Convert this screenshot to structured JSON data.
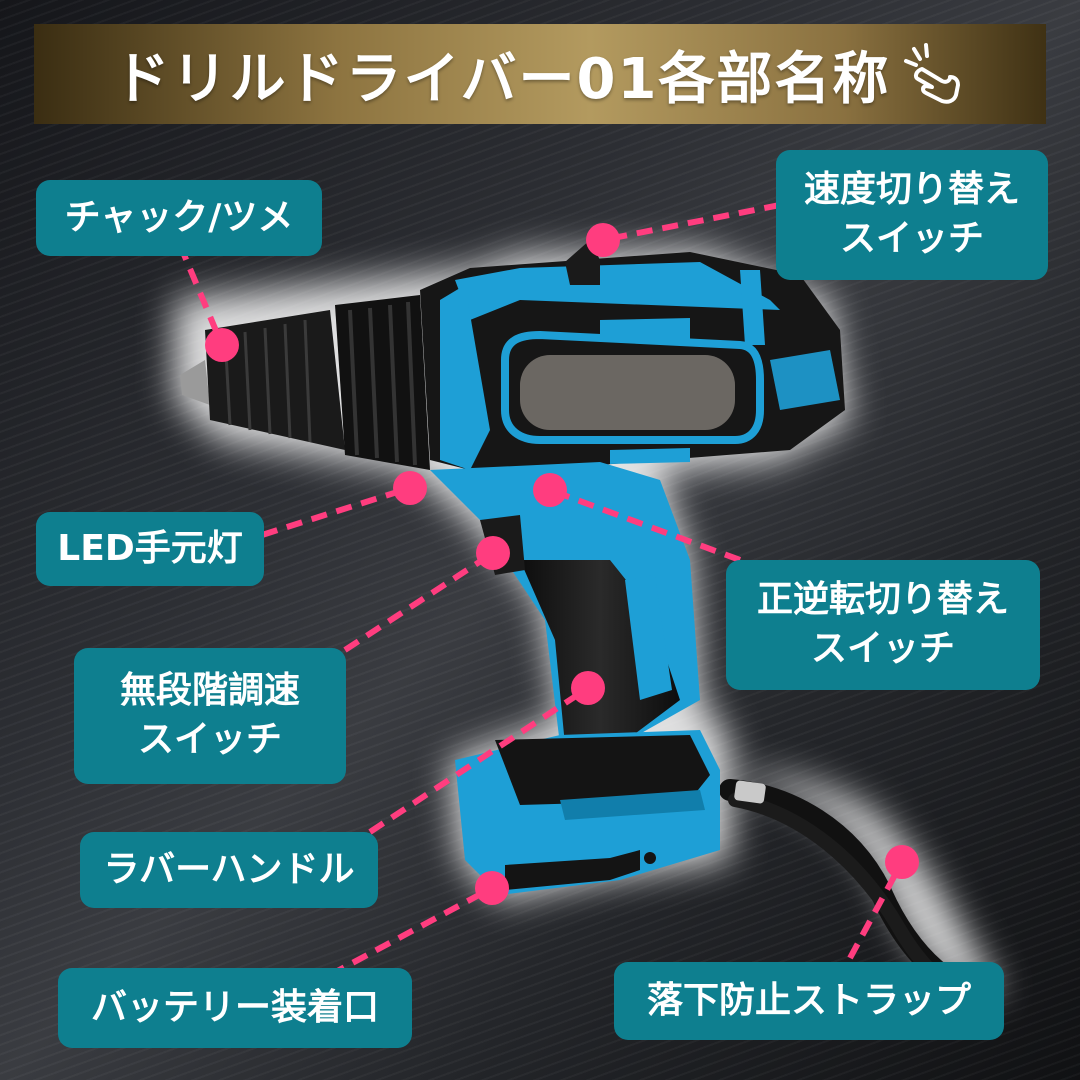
{
  "title": "ドリルドライバー01各部名称",
  "labels": {
    "chuck": "チャック/ツメ",
    "speed_switch_line1": "速度切り替え",
    "speed_switch_line2": "スイッチ",
    "led": "LED手元灯",
    "direction_switch_line1": "正逆転切り替え",
    "direction_switch_line2": "スイッチ",
    "trigger_line1": "無段階調速",
    "trigger_line2": "スイッチ",
    "rubber_handle": "ラバーハンドル",
    "battery_mount": "バッテリー装着口",
    "strap": "落下防止ストラップ"
  },
  "colors": {
    "label_bg": "#0e7f8f",
    "leader": "#ff3d7f",
    "drill_body": "#1e9fd6",
    "drill_black": "#141414"
  }
}
